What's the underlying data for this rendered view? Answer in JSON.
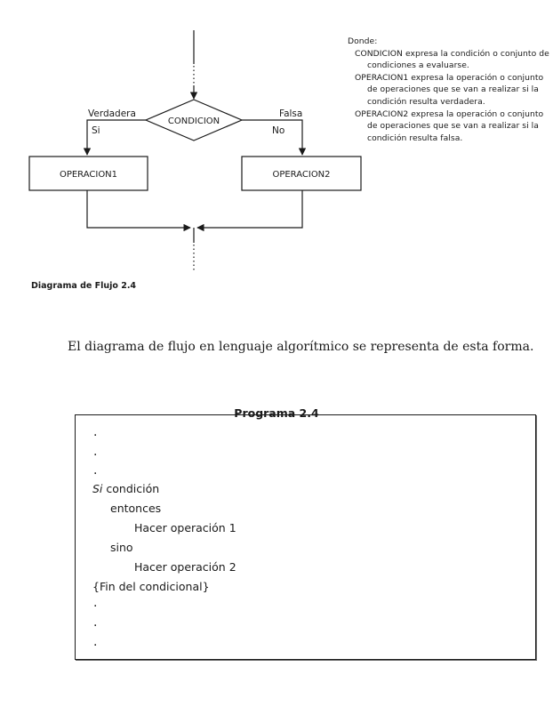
{
  "flowchart": {
    "decision": "CONDICION",
    "true_label": "Verdadera",
    "false_label": "Falsa",
    "yes_label": "Si",
    "no_label": "No",
    "process_1": "OPERACION1",
    "process_2": "OPERACION2"
  },
  "legend": {
    "heading": "Donde:",
    "items": [
      "CONDICION expresa la condición o conjunto de condiciones a evaluarse.",
      "OPERACION1 expresa la operación o conjunto de operaciones que se van a realizar si la condición resulta verdadera.",
      "OPERACION2 expresa la operación o conjunto de operaciones que se van a realizar si la condición resulta falsa."
    ]
  },
  "figure_caption": "Diagrama de Flujo 2.4",
  "intro_text": "El diagrama de flujo en lenguaje algorítmico se representa de esta forma.",
  "program": {
    "title": "Programa 2.4",
    "dot": ".",
    "if_keyword": "Si",
    "condition": "condición",
    "then_keyword": "entonces",
    "operation_1": "Hacer operación 1",
    "else_keyword": "sino",
    "operation_2": "Hacer operación 2",
    "end_comment": "{Fin del condicional}"
  }
}
